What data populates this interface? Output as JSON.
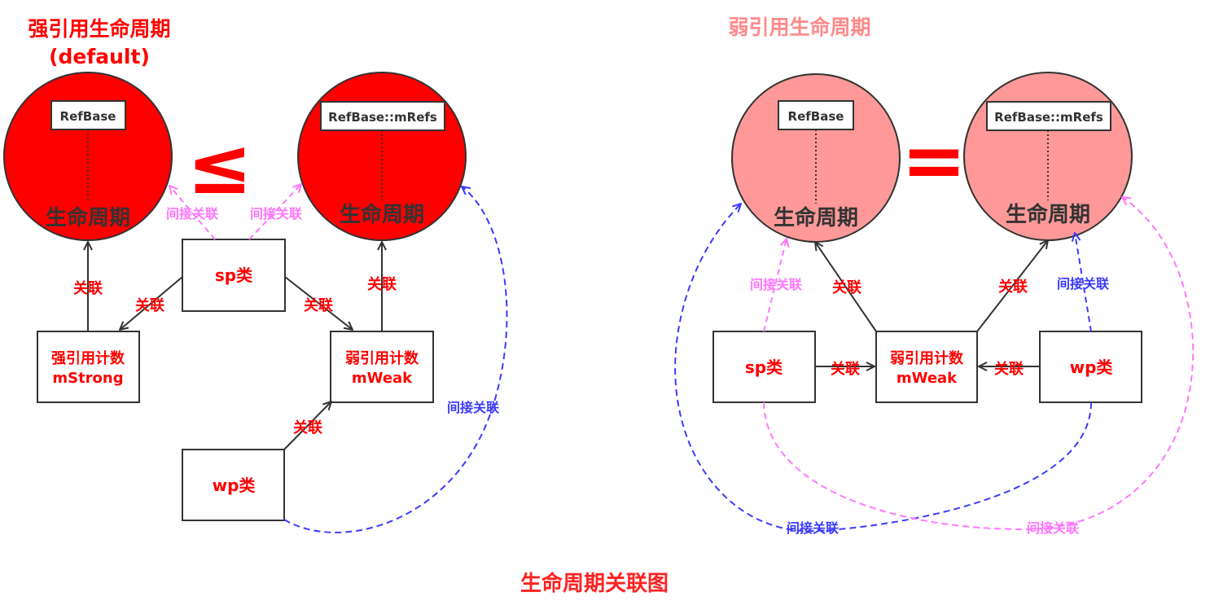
{
  "colors": {
    "strong_fill": "#ff0000",
    "weak_fill": "#ff9999",
    "title_strong": "#ff0000",
    "title_weak": "#ff8a8a",
    "assoc_text": "#ff0000",
    "indirect_pink": "#ff77ff",
    "indirect_blue": "#3b3bff",
    "caption": "#ff2222"
  },
  "left": {
    "title_line1": "强引用生命周期",
    "title_line2": "(default)",
    "operator": "≤",
    "circle1": {
      "box_label": "RefBase",
      "life_label": "生命周期"
    },
    "circle2": {
      "box_label": "RefBase::mRefs",
      "life_label": "生命周期"
    },
    "sp_box": "sp类",
    "strong_box_line1": "强引用计数",
    "strong_box_line2": "mStrong",
    "weak_box_line1": "弱引用计数",
    "weak_box_line2": "mWeak",
    "wp_box": "wp类",
    "assoc_labels": [
      "关联",
      "关联",
      "关联",
      "关联",
      "关联"
    ],
    "indirect_labels_pink": [
      "间接关联",
      "间接关联"
    ],
    "indirect_label_blue": "间接关联"
  },
  "right": {
    "title": "弱引用生命周期",
    "operator": "=",
    "circle1": {
      "box_label": "RefBase",
      "life_label": "生命周期"
    },
    "circle2": {
      "box_label": "RefBase::mRefs",
      "life_label": "生命周期"
    },
    "sp_box": "sp类",
    "weak_box_line1": "弱引用计数",
    "weak_box_line2": "mWeak",
    "wp_box": "wp类",
    "assoc_labels": [
      "关联",
      "关联",
      "关联",
      "关联"
    ],
    "indirect_pink_top": "间接关联",
    "indirect_blue_top": "间接关联",
    "indirect_blue_bottom": "间接关联",
    "indirect_pink_bottom": "间接关联"
  },
  "caption": "生命周期关联图"
}
